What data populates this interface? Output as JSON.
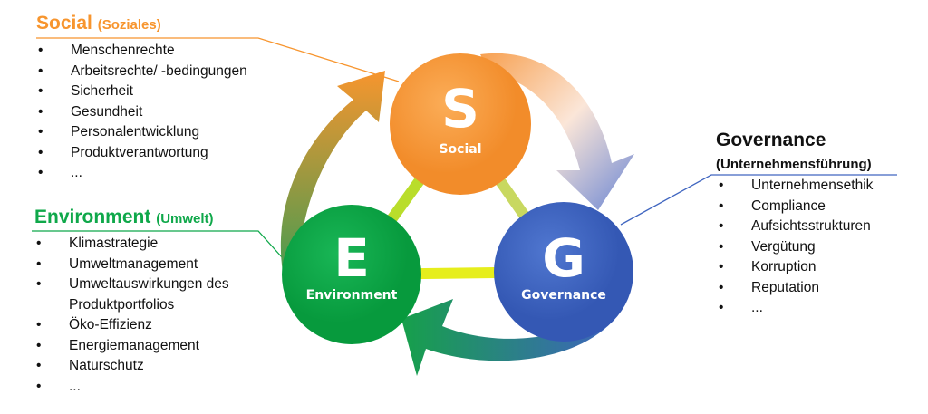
{
  "social": {
    "title": "Social",
    "subtitle": "(Soziales)",
    "items": [
      "Menschenrechte",
      "Arbeitsrechte/ -bedingungen",
      "Sicherheit",
      "Gesundheit",
      "Personalentwicklung",
      "Produktverantwortung",
      "..."
    ]
  },
  "environment": {
    "title": "Environment",
    "subtitle": "(Umwelt)",
    "items": [
      "Klimastrategie",
      "Umweltmanagement",
      "Umweltauswirkungen des Produktportfolios",
      "Öko-Effizienz",
      "Energiemanagement",
      "Naturschutz",
      "..."
    ]
  },
  "governance": {
    "title": "Governance",
    "subtitle": "(Unternehmensführung)",
    "items": [
      "Unternehmensethik",
      "Compliance",
      "Aufsichtsstrukturen",
      "Vergütung",
      "Korruption",
      "Reputation",
      "..."
    ]
  },
  "diagram": {
    "s_letter": "S",
    "s_label": "Social",
    "e_letter": "E",
    "e_label": "Environment",
    "g_letter": "G",
    "g_label": "Governance"
  },
  "colors": {
    "social": "#f7952e",
    "environment": "#0fa84a",
    "governance": "#4066c0"
  }
}
